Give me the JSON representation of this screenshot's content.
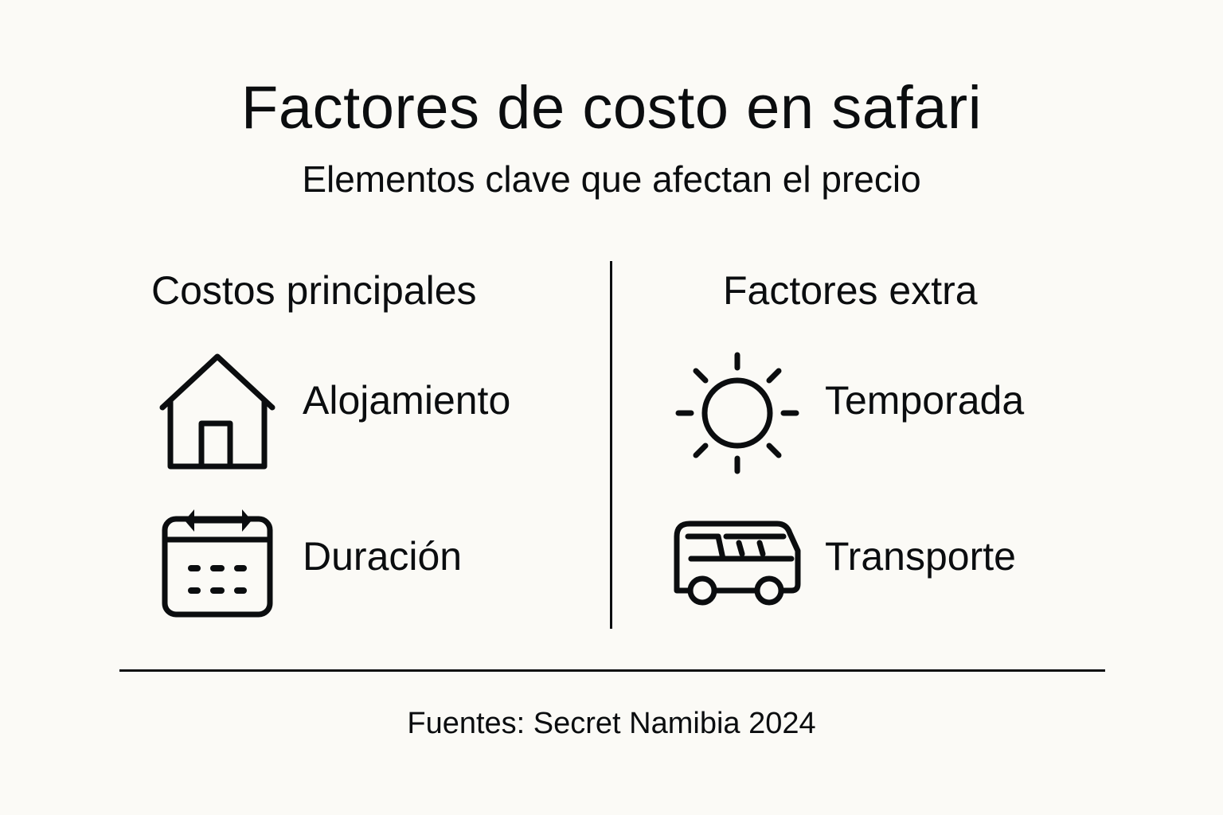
{
  "header": {
    "title": "Factores de costo en safari",
    "subtitle": "Elementos clave que afectan el precio"
  },
  "columns": [
    {
      "heading": "Costos principales",
      "items": [
        {
          "label": "Alojamiento",
          "icon": "house-icon"
        },
        {
          "label": "Duración",
          "icon": "calendar-icon"
        }
      ]
    },
    {
      "heading": "Factores extra",
      "items": [
        {
          "label": "Temporada",
          "icon": "sun-icon"
        },
        {
          "label": "Transporte",
          "icon": "bus-icon"
        }
      ]
    }
  ],
  "footer": {
    "source": "Fuentes: Secret Namibia 2024"
  },
  "colors": {
    "background": "#fbfaf6",
    "foreground": "#0b0d0f"
  }
}
